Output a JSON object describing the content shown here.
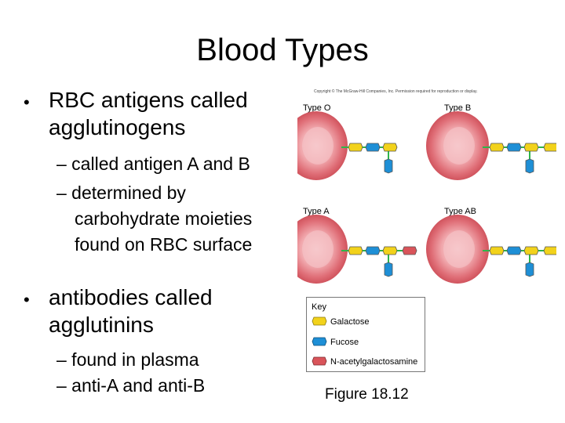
{
  "title": "Blood Types",
  "bullets": [
    {
      "line1": "RBC antigens called",
      "line2": "agglutinogens"
    },
    {
      "line1": "antibodies called",
      "line2": "agglutinins"
    }
  ],
  "sub_bullets": {
    "a1": "– called antigen A and B",
    "a2_line1": "– determined by",
    "a2_line2": "carbohydrate moieties",
    "a2_line3": "found on RBC surface",
    "b1": "– found in plasma",
    "b2": "– anti-A and anti-B"
  },
  "bullet_glyph": "•",
  "figure": {
    "copyright": "Copyright © The McGraw-Hill Companies, Inc. Permission required for reproduction or display.",
    "panels": [
      {
        "label": "Type O",
        "tail": []
      },
      {
        "label": "Type B",
        "tail": [
          "galactose"
        ]
      },
      {
        "label": "Type A",
        "tail": [
          "n-acetylgalactosamine"
        ]
      },
      {
        "label": "Type AB",
        "tail": [
          "galactose",
          "n-acetylgalactosamine"
        ]
      }
    ],
    "key": {
      "title": "Key",
      "items": [
        {
          "id": "galactose",
          "label": "Galactose",
          "color": "#f2d21b"
        },
        {
          "id": "fucose",
          "label": "Fucose",
          "color": "#1e8fd6"
        },
        {
          "id": "n-acetylgalactosamine",
          "label": "N-acetylgalactosamine",
          "color": "#d9545a"
        }
      ]
    },
    "caption": "Figure 18.12"
  },
  "colors": {
    "cell_rim": "#d95a64",
    "cell_center": "#f6c3c6",
    "linker": "#2fb54a",
    "galactose": "#f2d21b",
    "fucose": "#1e8fd6",
    "n-acetylgalactosamine": "#d9545a"
  }
}
